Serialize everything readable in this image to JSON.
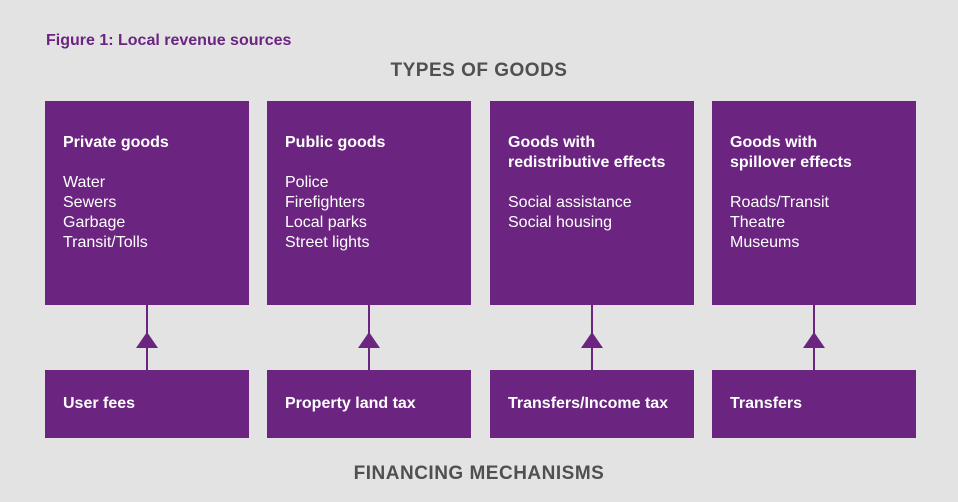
{
  "figure_title": "Figure 1: Local revenue sources",
  "top_heading": "TYPES OF GOODS",
  "bottom_heading": "FINANCING MECHANISMS",
  "colors": {
    "background": "#e3e3e4",
    "box_fill": "#6b2580",
    "box_text": "#ffffff",
    "title_text": "#6b2580",
    "heading_text": "#505050"
  },
  "goods": [
    {
      "title_lines": [
        "Private goods"
      ],
      "items": [
        "Water",
        "Sewers",
        "Garbage",
        "Transit/Tolls"
      ]
    },
    {
      "title_lines": [
        "Public goods"
      ],
      "items": [
        "Police",
        "Firefighters",
        "Local parks",
        "Street lights"
      ]
    },
    {
      "title_lines": [
        "Goods with",
        "redistributive effects"
      ],
      "items": [
        "Social assistance",
        "Social housing"
      ]
    },
    {
      "title_lines": [
        "Goods with",
        "spillover effects"
      ],
      "items": [
        "Roads/Transit",
        "Theatre",
        "Museums"
      ]
    }
  ],
  "financing": [
    "User fees",
    "Property land tax",
    "Transfers/Income tax",
    "Transfers"
  ]
}
